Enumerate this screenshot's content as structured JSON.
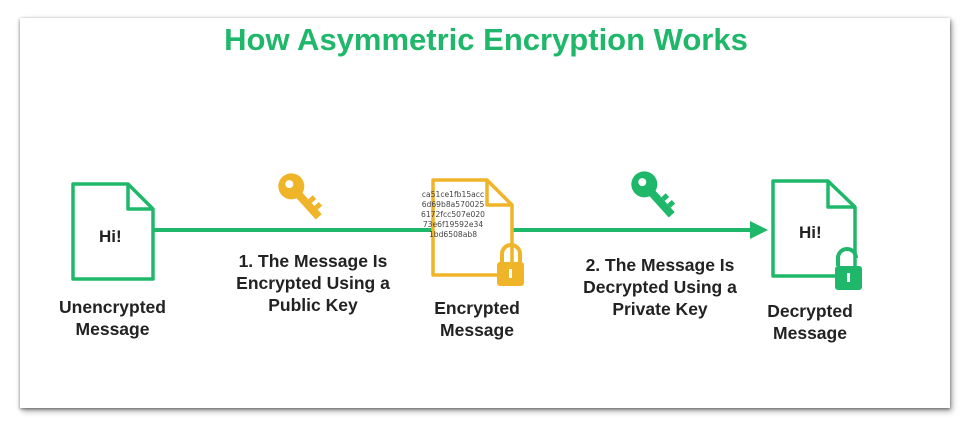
{
  "title": "How Asymmetric Encryption Works",
  "colors": {
    "green": "#1fb86a",
    "gold": "#f0b429",
    "text": "#222222"
  },
  "documents": {
    "unencrypted": {
      "content": "Hi!",
      "label": [
        "Unencrypted",
        "Message"
      ]
    },
    "encrypted": {
      "content": [
        "ca51ce1fb15acc",
        "6d69b8a570025",
        "6172fcc507e020",
        "73e6f19592e34",
        "1bd6508ab8"
      ],
      "label": [
        "Encrypted",
        "Message"
      ]
    },
    "decrypted": {
      "content": "Hi!",
      "label": [
        "Decrypted",
        "Message"
      ]
    }
  },
  "steps": [
    {
      "text": [
        "1. The Message Is",
        "Encrypted Using a",
        "Public Key"
      ],
      "icon": "key-icon"
    },
    {
      "text": [
        "2. The Message Is",
        "Decrypted Using a",
        "Private Key"
      ],
      "icon": "key-icon"
    }
  ]
}
